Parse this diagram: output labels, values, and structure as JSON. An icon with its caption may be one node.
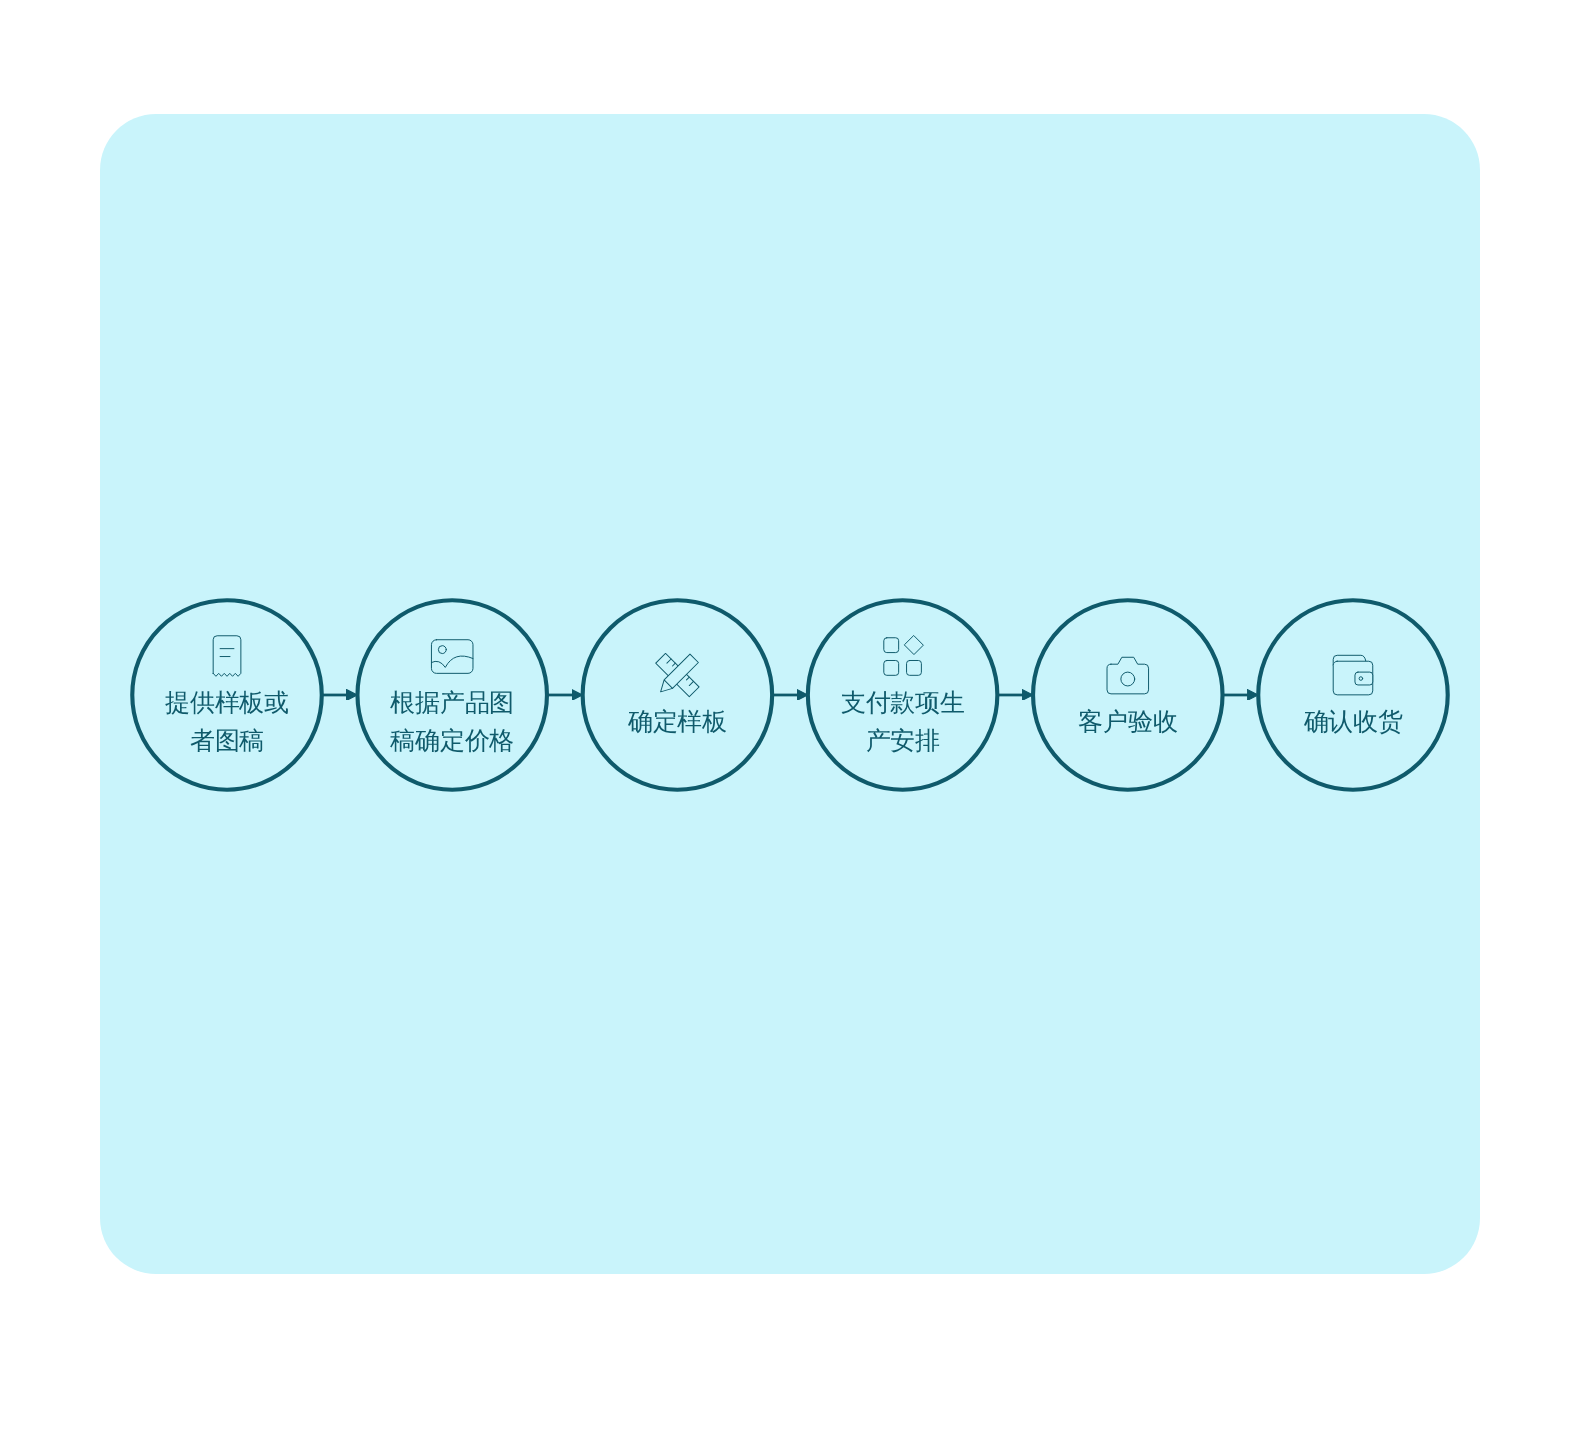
{
  "diagram": {
    "nodes": [
      {
        "text": [
          "提供样板或者图稿"
        ]
      },
      {
        "text": [
          "根据产品图稿确定价格"
        ]
      },
      {
        "text": [
          "确定样板"
        ]
      },
      {
        "text": [
          "支付款项生产安排"
        ]
      },
      {
        "text": [
          "客户验收"
        ]
      },
      {
        "text": [
          "确认收货"
        ]
      }
    ],
    "edges": [
      {
        "from": 0,
        "to": 1,
        "arrow": "to"
      },
      {
        "from": 1,
        "to": 2,
        "arrow": "to"
      },
      {
        "from": 2,
        "to": 3,
        "arrow": "to"
      },
      {
        "from": 3,
        "to": 4,
        "arrow": "to"
      },
      {
        "from": 4,
        "to": 5,
        "arrow": "to"
      }
    ]
  }
}
